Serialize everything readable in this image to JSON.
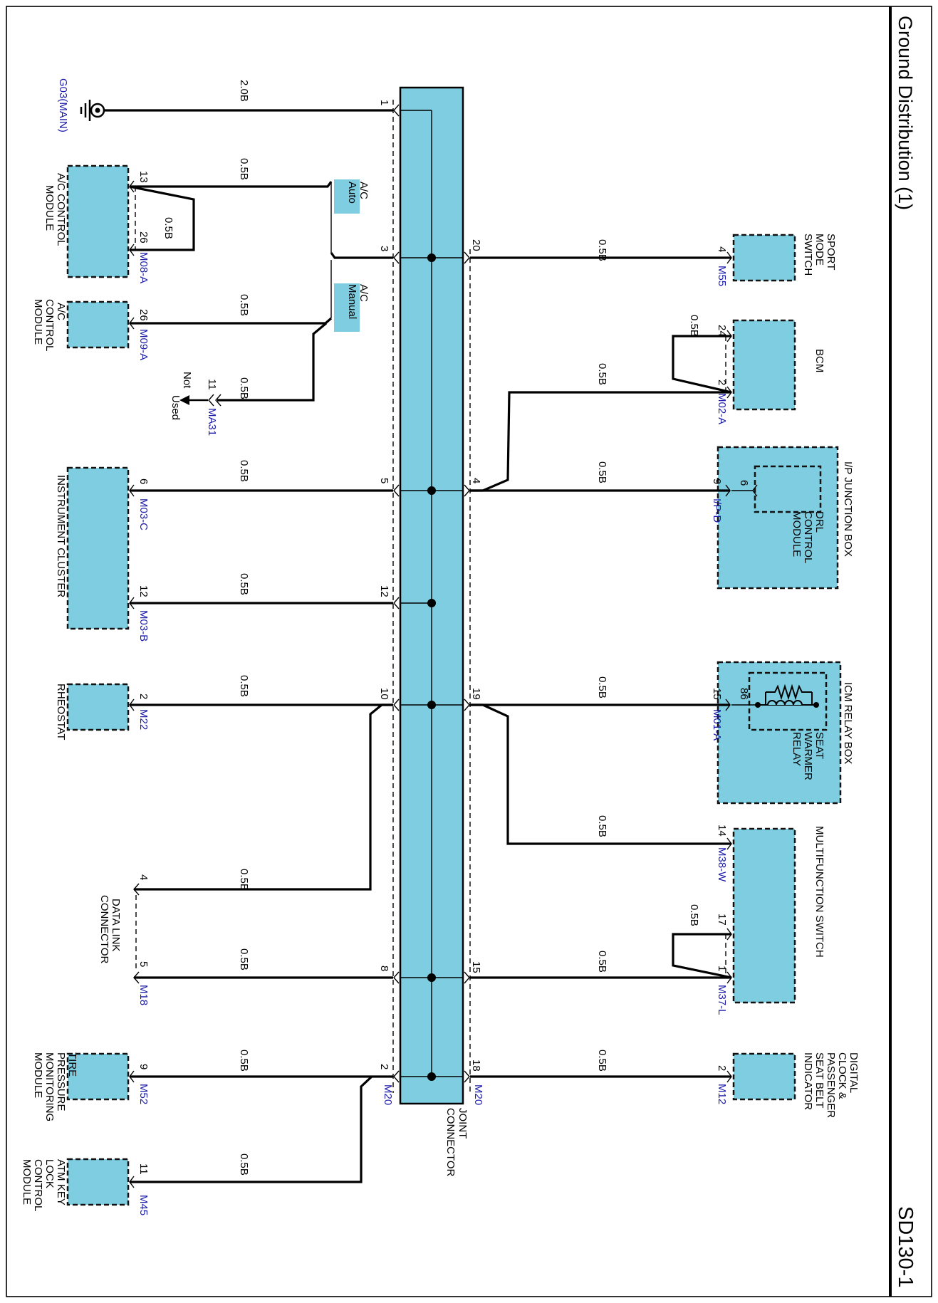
{
  "header": {
    "title": "Ground Distribution (1)",
    "page_code": "SD130-1"
  },
  "joint_connector": {
    "label_line1": "JOINT",
    "label_line2": "CONNECTOR",
    "connector_id_left": "M20",
    "connector_id_right": "M20",
    "left_pins": [
      "1",
      "3",
      "5",
      "12",
      "10",
      "8",
      "2"
    ],
    "right_pins": [
      "20",
      "4",
      "19",
      "15",
      "18"
    ]
  },
  "ground": {
    "label": "G03(MAIN)",
    "wire": "2.0B"
  },
  "variants": {
    "auto": "Auto A/C",
    "manual": "Manual A/C"
  },
  "components": {
    "ac_auto": {
      "name_l1": "A/C CONTROL",
      "name_l2": "MODULE",
      "connector": "M08-A",
      "pin_a": "13",
      "pin_b": "26",
      "wire_a": "0.5B",
      "wire_b": "0.5B"
    },
    "ac_manual": {
      "name_l1": "A/C",
      "name_l2": "CONTROL",
      "name_l3": "MODULE",
      "connector": "M09-A",
      "pin": "26",
      "wire": "0.5B"
    },
    "not_used": {
      "label_l1": "Not",
      "label_l2": "Used",
      "connector": "MA31",
      "pin": "11",
      "wire": "0.5B"
    },
    "cluster_c": {
      "name": "INSTRUMENT CLUSTER",
      "connector": "M03-C",
      "pin": "6",
      "wire": "0.5B"
    },
    "cluster_b": {
      "connector": "M03-B",
      "pin": "12",
      "wire": "0.5B"
    },
    "rheostat": {
      "name": "RHEOSTAT",
      "connector": "M22",
      "pin": "2",
      "wire": "0.5B"
    },
    "dlc": {
      "name_l1": "DATA LINK",
      "name_l2": "CONNECTOR",
      "connector": "M18",
      "pin_a": "4",
      "pin_b": "5",
      "wire_a": "0.5B",
      "wire_b": "0.5B"
    },
    "tpms": {
      "name_l1": "TIRE",
      "name_l2": "PRESSURE",
      "name_l3": "MONITORING",
      "name_l4": "MODULE",
      "connector": "M52",
      "pin": "9",
      "wire": "0.5B"
    },
    "atm": {
      "name_l1": "ATM KEY",
      "name_l2": "LOCK",
      "name_l3": "CONTROL",
      "name_l4": "MODULE",
      "connector": "M45",
      "pin": "11",
      "wire": "0.5B"
    },
    "sport": {
      "name_l1": "SPORT",
      "name_l2": "MODE",
      "name_l3": "SWITCH",
      "connector": "M55",
      "pin": "4",
      "wire": "0.5B"
    },
    "bcm": {
      "name": "BCM",
      "connector": "M02-A",
      "pin_a": "24",
      "pin_b": "2",
      "wire_a": "0.5B",
      "wire_b": "0.5B"
    },
    "ipjb": {
      "name": "I/P JUNCTION BOX",
      "inner_l1": "DRL",
      "inner_l2": "CONTROL",
      "inner_l3": "MODULE",
      "connector": "I/P-D",
      "pin": "9",
      "inner_pin": "6",
      "wire": "0.5B"
    },
    "icm": {
      "name": "ICM RELAY BOX",
      "inner_l1": "SEAT",
      "inner_l2": "WARMER",
      "inner_l3": "RELAY",
      "connector": "M01-A",
      "pin": "15",
      "inner_pin": "86",
      "wire": "0.5B"
    },
    "mfs": {
      "name": "MULTIFUNCTION SWITCH",
      "connector_a": "M38-W",
      "connector_b": "M37-L",
      "pin_a": "14",
      "pin_b": "17",
      "pin_c": "1",
      "wire_a": "0.5B",
      "wire_b": "0.5B",
      "wire_c": "0.5B"
    },
    "clock": {
      "name_l1": "DIGITAL",
      "name_l2": "CLOCK &",
      "name_l3": "PASSENGER",
      "name_l4": "SEAT BELT",
      "name_l5": "INDICATOR",
      "connector": "M12",
      "pin": "2",
      "wire": "0.5B"
    }
  },
  "colors": {
    "component_fill": "#7fcde0",
    "connector_id": "#1a1aa8",
    "wire": "#000000"
  }
}
